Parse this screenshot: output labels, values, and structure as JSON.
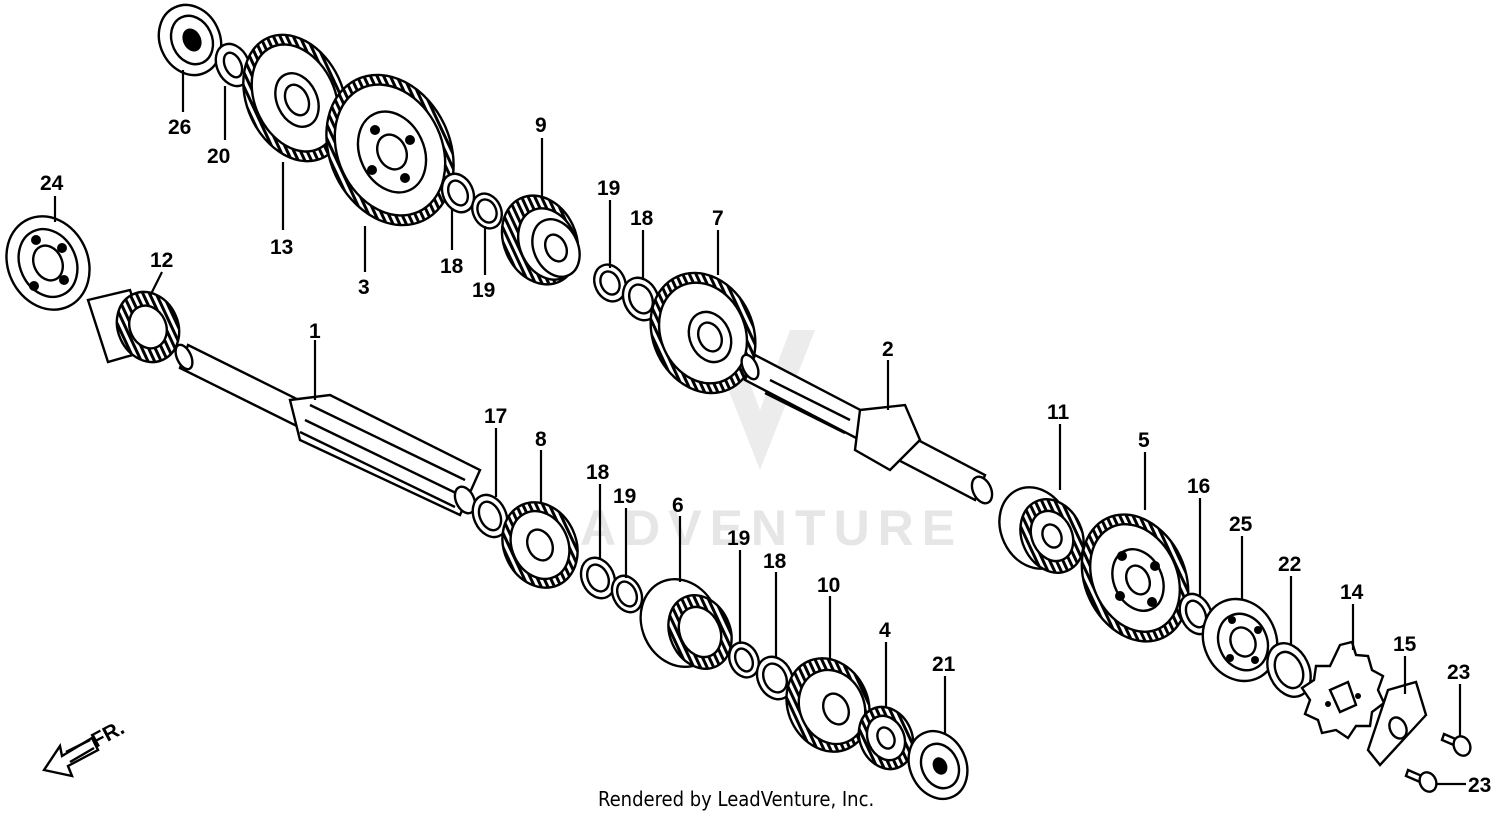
{
  "watermark": "ADVENTURE",
  "credit": "Rendered by LeadVenture, Inc.",
  "direction_label": "FR.",
  "callouts": [
    {
      "id": "c24",
      "text": "24"
    },
    {
      "id": "c12",
      "text": "12"
    },
    {
      "id": "c26",
      "text": "26"
    },
    {
      "id": "c20",
      "text": "20"
    },
    {
      "id": "c13",
      "text": "13"
    },
    {
      "id": "c3",
      "text": "3"
    },
    {
      "id": "c18a",
      "text": "18"
    },
    {
      "id": "c19a",
      "text": "19"
    },
    {
      "id": "c9",
      "text": "9"
    },
    {
      "id": "c19b",
      "text": "19"
    },
    {
      "id": "c18b",
      "text": "18"
    },
    {
      "id": "c7",
      "text": "7"
    },
    {
      "id": "c1",
      "text": "1"
    },
    {
      "id": "c2",
      "text": "2"
    },
    {
      "id": "c17",
      "text": "17"
    },
    {
      "id": "c8",
      "text": "8"
    },
    {
      "id": "c18c",
      "text": "18"
    },
    {
      "id": "c19c",
      "text": "19"
    },
    {
      "id": "c6",
      "text": "6"
    },
    {
      "id": "c19d",
      "text": "19"
    },
    {
      "id": "c18d",
      "text": "18"
    },
    {
      "id": "c10",
      "text": "10"
    },
    {
      "id": "c4",
      "text": "4"
    },
    {
      "id": "c21",
      "text": "21"
    },
    {
      "id": "c11",
      "text": "11"
    },
    {
      "id": "c5",
      "text": "5"
    },
    {
      "id": "c16",
      "text": "16"
    },
    {
      "id": "c25",
      "text": "25"
    },
    {
      "id": "c22",
      "text": "22"
    },
    {
      "id": "c14",
      "text": "14"
    },
    {
      "id": "c15",
      "text": "15"
    },
    {
      "id": "c23a",
      "text": "23"
    },
    {
      "id": "c23b",
      "text": "23"
    }
  ]
}
